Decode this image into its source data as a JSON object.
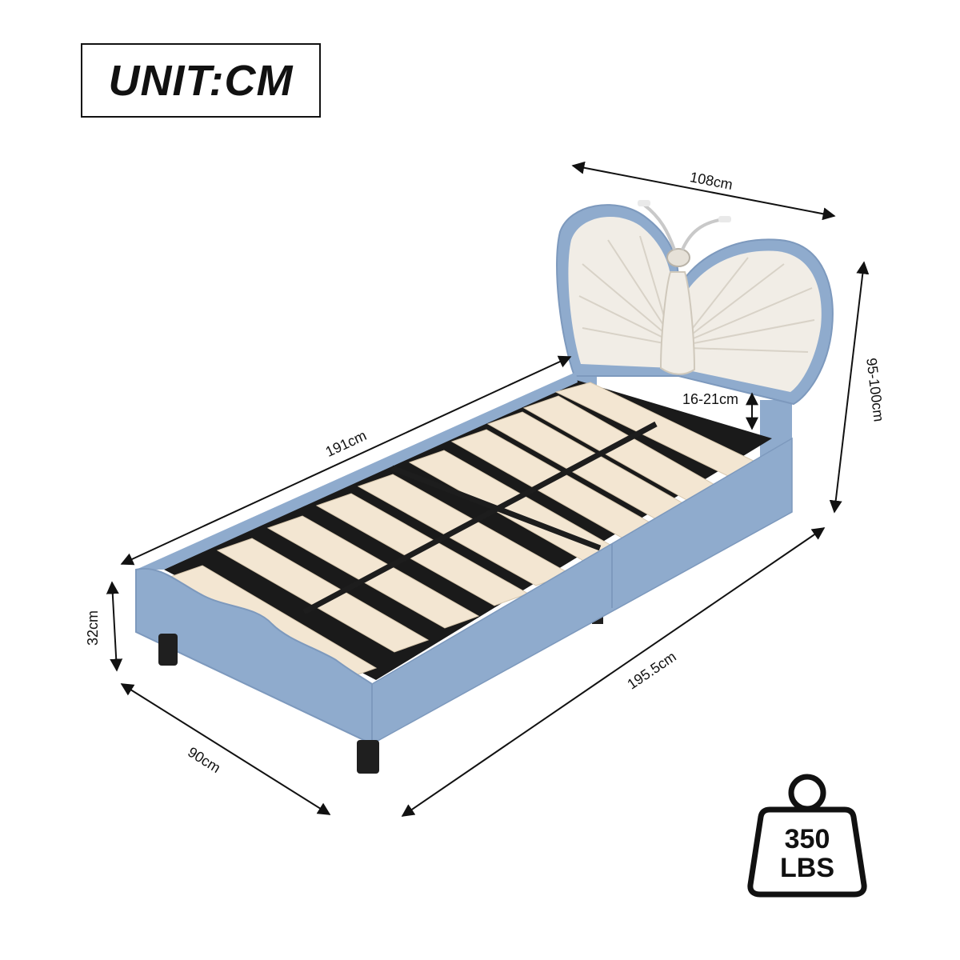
{
  "unit_label": "UNIT:CM",
  "dimensions": {
    "headboard_width": "108cm",
    "overall_height": "95-100cm",
    "slat_height": "16-21cm",
    "rail_length": "191cm",
    "overall_length": "195.5cm",
    "side_height": "32cm",
    "width": "90cm"
  },
  "weight": {
    "value": "350",
    "unit": "LBS"
  },
  "colors": {
    "frame_blue": "#8fabcd",
    "frame_blue_dark": "#6f8fb6",
    "headboard_cream": "#f1ede6",
    "slat_wood": "#f3e6d2",
    "steel": "#1d1d1d",
    "leg": "#1f1f1f"
  }
}
